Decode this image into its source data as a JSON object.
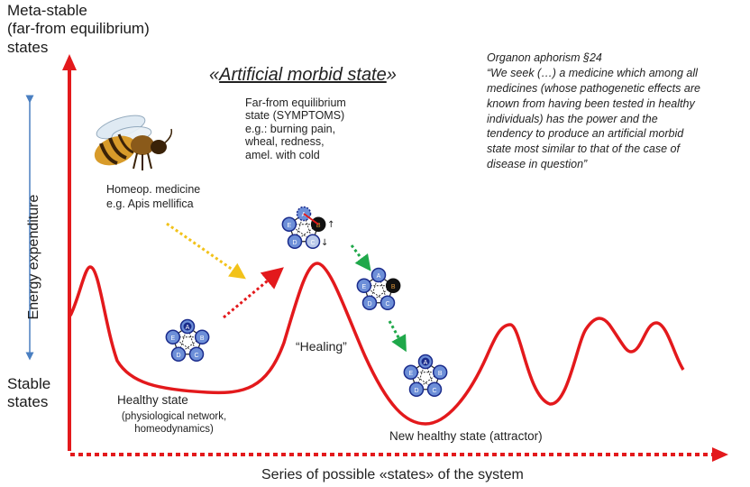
{
  "axes": {
    "y_top_label": "Meta-stable\n(far-from equilibrium)\nstates",
    "y_bottom_label": "Stable\nstates",
    "energy_label": "Energy expenditure",
    "x_label": "Series of possible «states» of the system"
  },
  "title": {
    "open": "«",
    "text": "Artificial morbid state",
    "close": "»"
  },
  "symptoms_text": "Far-from equilibrium\nstate (SYMPTOMS)\ne.g.: burning pain,\nwheal, redness,\namel. with cold",
  "quote_text": "Organon aphorism §24\n“We seek (…) a medicine which among all\nmedicines (whose pathogenetic effects are\nknown from having been tested in healthy\nindividuals) has the power and the\ntendency to produce an artificial morbid\nstate most similar to that of the case of\ndisease in question”",
  "medicine_text": "Homeop. medicine\ne.g. Apis mellifica",
  "healing_text": "“Healing”",
  "healthy_state": "Healthy state",
  "healthy_sub": "(physiological network,\nhomeodynamics)",
  "new_healthy_state": "New healthy state (attractor)",
  "network_nodes": [
    "A",
    "B",
    "C",
    "D",
    "E"
  ],
  "colors": {
    "curve": "#e3191c",
    "axis": "#e3191c",
    "energy_arrow": "#4a7fc1",
    "node_fill": "#6d8fd8",
    "node_dark": "#1a2b8c",
    "arrow_yellow": "#f2c21a",
    "arrow_red": "#e3191c",
    "arrow_green": "#1fa84a"
  },
  "icons": [
    "bee-icon",
    "network-icon"
  ]
}
